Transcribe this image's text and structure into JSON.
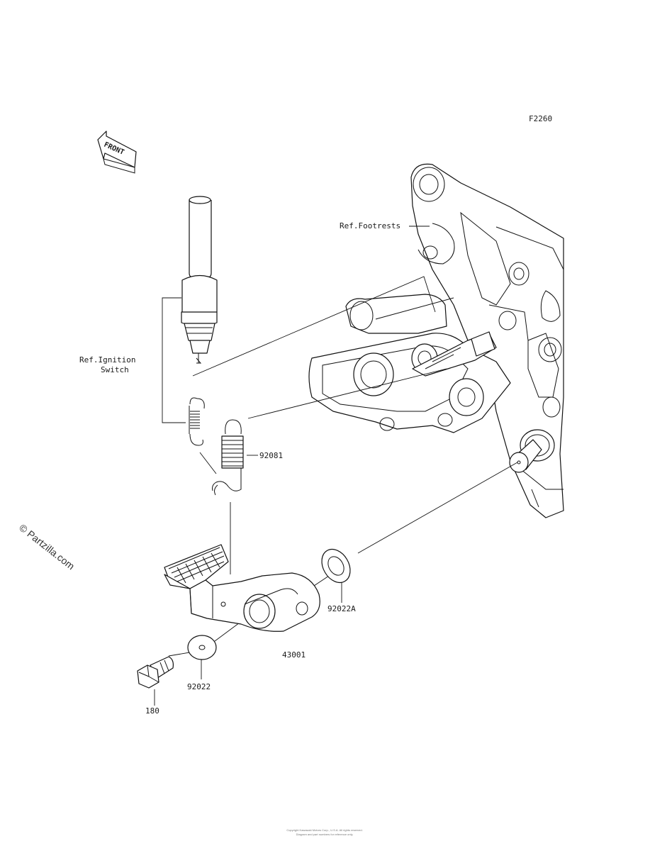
{
  "diagram_code": "F2260",
  "front_label": "FRONT",
  "watermark": "© Partzilla.com",
  "labels": {
    "footrests": "Ref.Footrests",
    "ignition_line1": "Ref.Ignition",
    "ignition_line2": "Switch",
    "spring": "92081",
    "washer_a": "92022A",
    "pedal": "43001",
    "washer": "92022",
    "bolt": "180"
  },
  "footer": {
    "line1": "Copyright Kawasaki Motors Corp., U.S.A. All rights reserved.",
    "line2": "Diagram and part numbers for reference only."
  },
  "colors": {
    "line": "#111111",
    "background": "#ffffff"
  }
}
